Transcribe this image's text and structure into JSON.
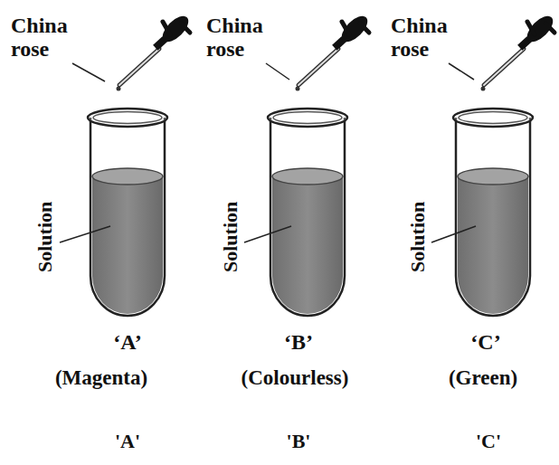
{
  "diagram": {
    "labels": [
      "China rose",
      "Solution",
      "China rose",
      "Solution",
      "China rose",
      "Solution",
      "‘A’",
      "(Magenta)",
      "‘B’",
      "(Colourless)",
      "‘C’",
      "(Green)",
      "'A'",
      "'B'",
      "'C'"
    ]
  }
}
